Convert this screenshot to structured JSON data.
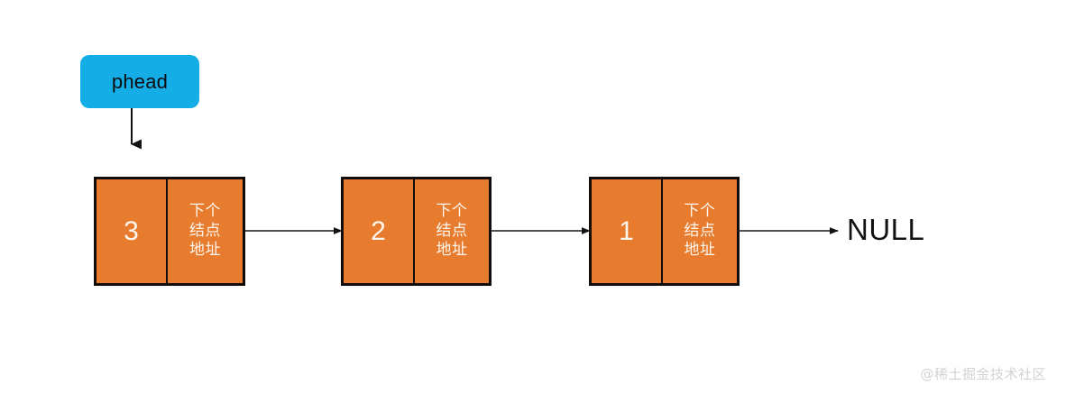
{
  "diagram": {
    "title": "singly-linked-list",
    "background": "#ffffff",
    "pointer": {
      "label": "phead",
      "fill": "#14ADE5",
      "text_color": "#0d0d12"
    },
    "node_style": {
      "fill": "#E87C2E",
      "border": "#120d08",
      "text_color": "#FDF6EE"
    },
    "nodes": [
      {
        "value": "3",
        "next_label": "下个\n结点\n地址"
      },
      {
        "value": "2",
        "next_label": "下个\n结点\n地址"
      },
      {
        "value": "1",
        "next_label": "下个\n结点\n地址"
      }
    ],
    "terminator": {
      "label": "NULL",
      "color": "#121212"
    },
    "arrows": {
      "color": "#121212",
      "pointer_to_head": "phead -> node 3",
      "links": [
        "3 -> 2",
        "2 -> 1",
        "1 -> NULL"
      ]
    },
    "watermark": {
      "text": "@稀土掘金技术社区",
      "color": "#d2d2d6"
    }
  }
}
